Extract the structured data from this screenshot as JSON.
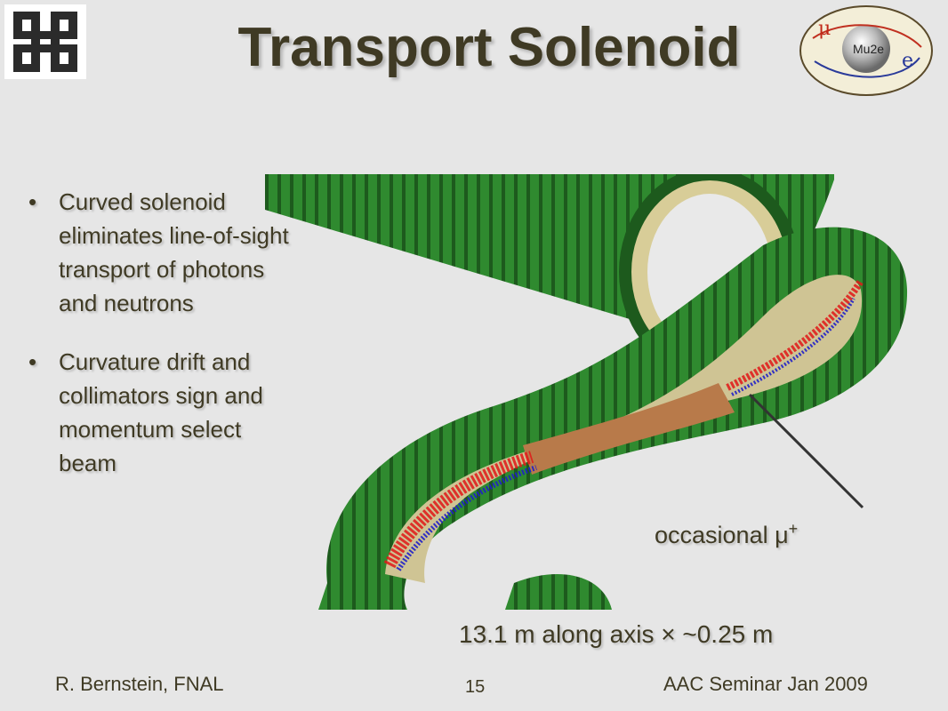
{
  "slide": {
    "title": "Transport Solenoid",
    "bullets": [
      {
        "text": "Curved solenoid eliminates line-of-sight transport of photons and neutrons"
      },
      {
        "text": "Curvature drift and collimators sign and momentum select beam"
      }
    ],
    "annotation": {
      "text": "occasional μ",
      "superscript": "+"
    },
    "caption": "13.1 m along axis × ~0.25 m",
    "footer": {
      "author": "R. Bernstein, FNAL",
      "page_number": "15",
      "event": "AAC Seminar Jan 2009"
    },
    "logos": {
      "left": "fermilab-logo",
      "right": "mu2e-logo",
      "right_text": "Mu2e"
    },
    "colors": {
      "text": "#3f3a24",
      "background": "#e6e6e6",
      "coil_green": "#2e7d2e",
      "inner_tube_brown": "#b87a4a",
      "track_red": "#e01818",
      "track_blue": "#2020c8"
    }
  }
}
